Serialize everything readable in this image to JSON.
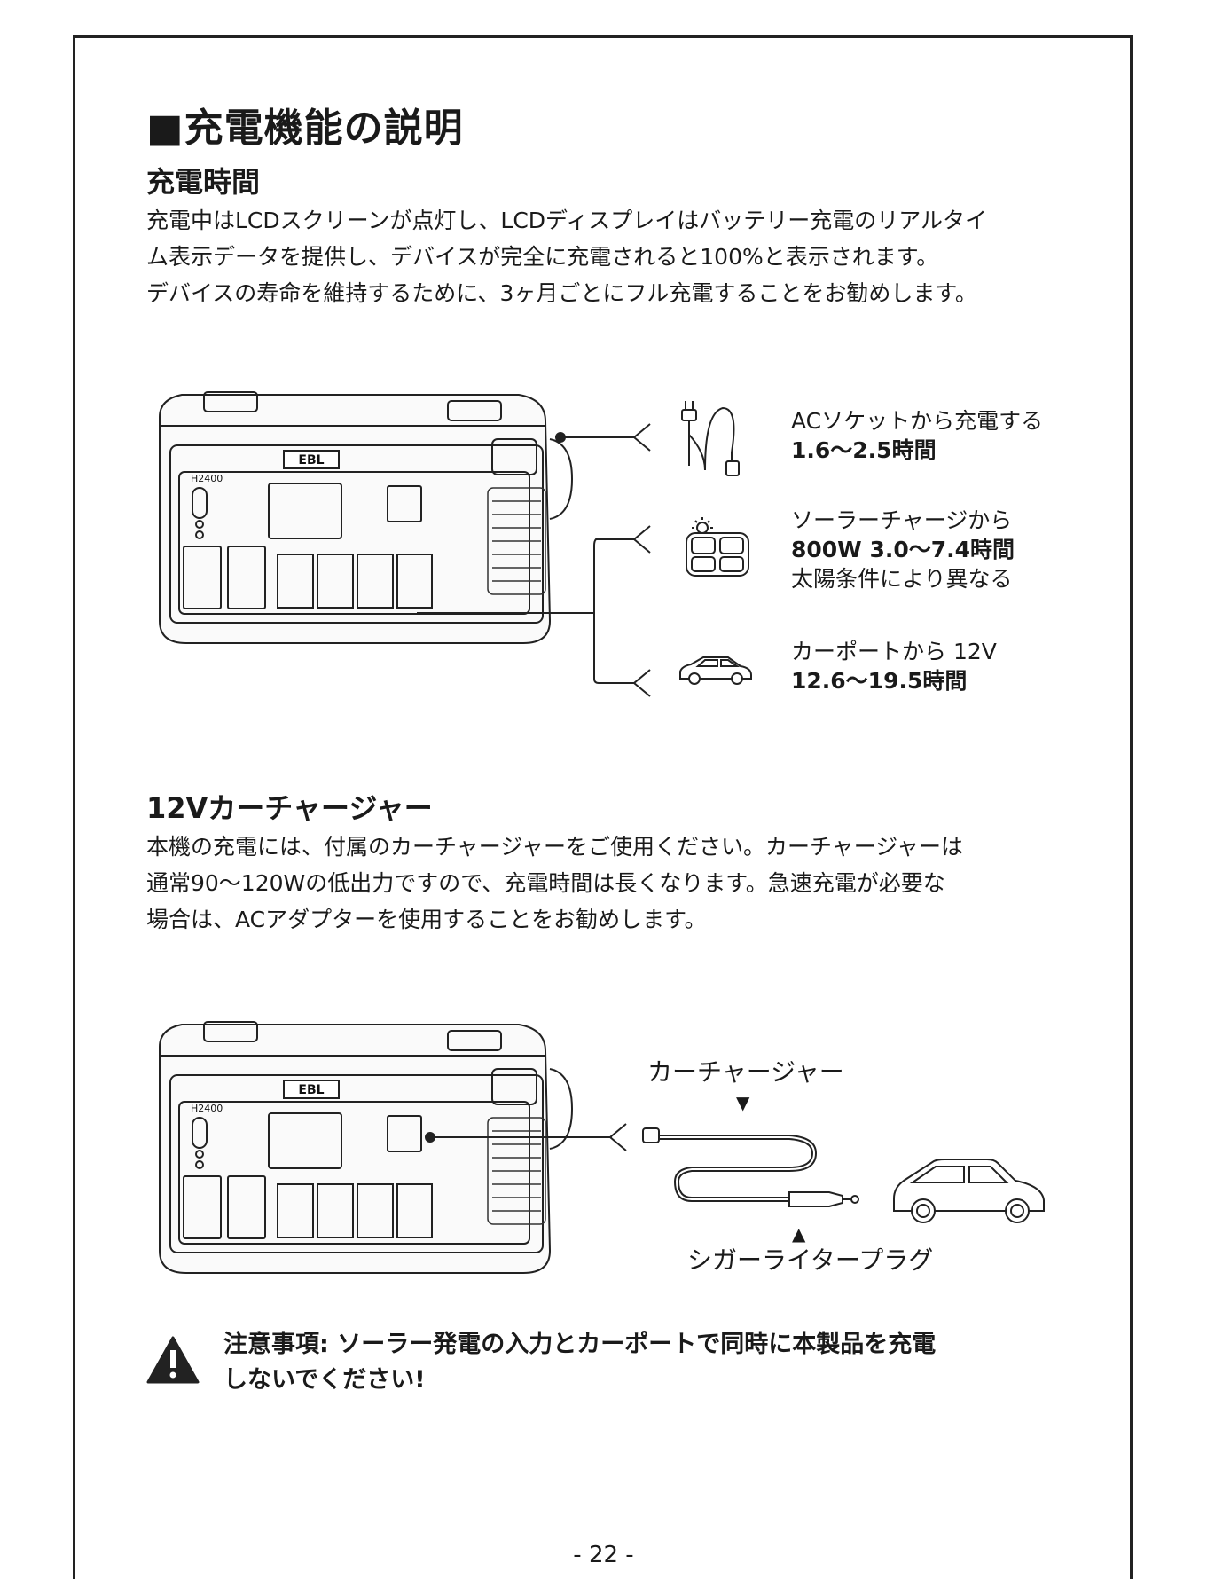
{
  "title": "■充電機能の説明",
  "section1": {
    "heading": "充電時間",
    "lines": [
      "充電中はLCDスクリーンが点灯し、LCDディスプレイはバッテリー充電のリアルタイ",
      "ム表示データを提供し、デバイスが完全に充電されると100%と表示されます。",
      "デバイスの寿命を維持するために、3ヶ月ごとにフル充電することをお勧めします。"
    ]
  },
  "device": {
    "brand": "EBL",
    "model": "H2400"
  },
  "charging_options": [
    {
      "icon": "ac-plug-icon",
      "label": "ACソケットから充電する",
      "time": "1.6〜2.5時間",
      "note": ""
    },
    {
      "icon": "solar-panel-icon",
      "label": "ソーラーチャージから",
      "time": "800W 3.0〜7.4時間",
      "note": "太陽条件により異なる"
    },
    {
      "icon": "car-icon",
      "label": "カーポートから 12V",
      "time": "12.6〜19.5時間",
      "note": ""
    }
  ],
  "section2": {
    "heading": "12Vカーチャージャー",
    "lines": [
      "本機の充電には、付属のカーチャージャーをご使用ください。カーチャージャーは",
      "通常90〜120Wの低出力ですので、充電時間は長くなります。急速充電が必要な",
      "場合は、ACアダプターを使用することをお勧めします。"
    ]
  },
  "car_charger_label": "カーチャージャー",
  "car_charger_arrow": "▼",
  "cigarette_plug_label": "シガーライタープラグ",
  "cigarette_plug_arrow": "▲",
  "warning": {
    "icon": "warning-icon",
    "line1": "注意事項: ソーラー発電の入力とカーポートで同時に本製品を充電",
    "line2": "しないでください!"
  },
  "page_number": "- 22 -"
}
